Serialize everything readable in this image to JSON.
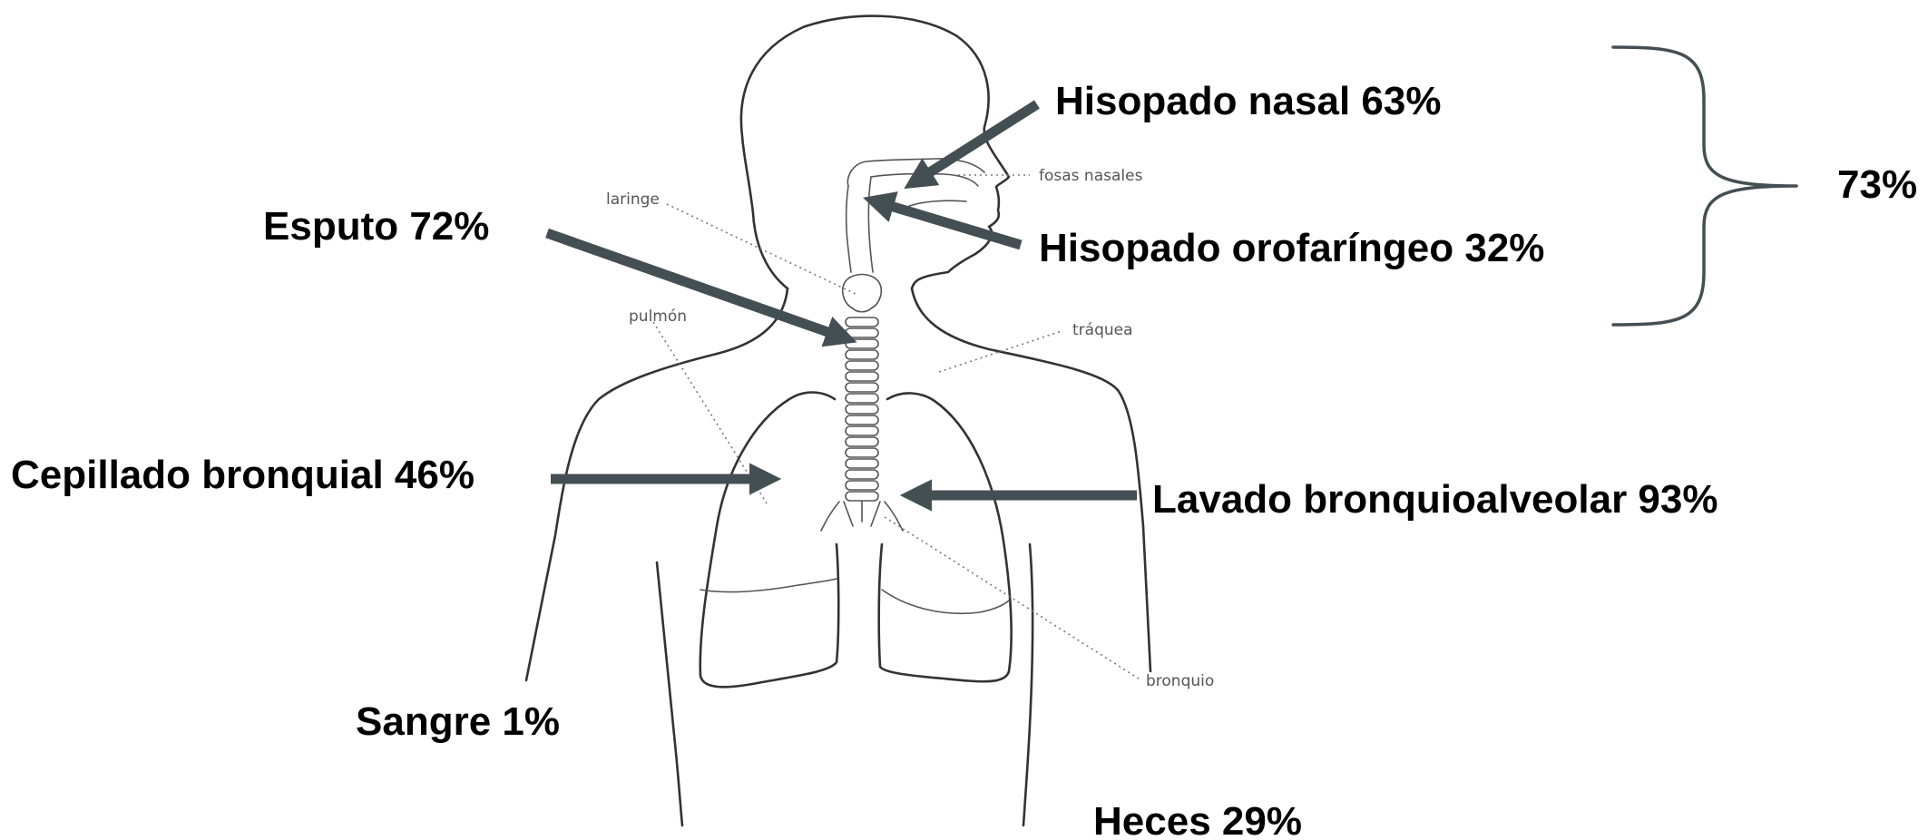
{
  "labels": {
    "hisopado_nasal": "Hisopado nasal  63%",
    "hisopado_orofaringeo": "Hisopado orofaríngeo  32%",
    "esputo": "Esputo 72%",
    "cepillado_bronquial": "Cepillado bronquial 46%",
    "lavado_broncoalveolar": "Lavado bronquioalveolar 93%",
    "sangre": "Sangre 1%",
    "heces": "Heces 29%",
    "grupo_superior": "73%"
  },
  "anatomy": {
    "fosas_nasales": "fosas nasales",
    "laringe": "laringe",
    "pulmon": "pulmón",
    "traquea": "tráquea",
    "bronquio": "bronquio"
  },
  "colors": {
    "arrow": "#444f53",
    "outline": "#333333"
  }
}
